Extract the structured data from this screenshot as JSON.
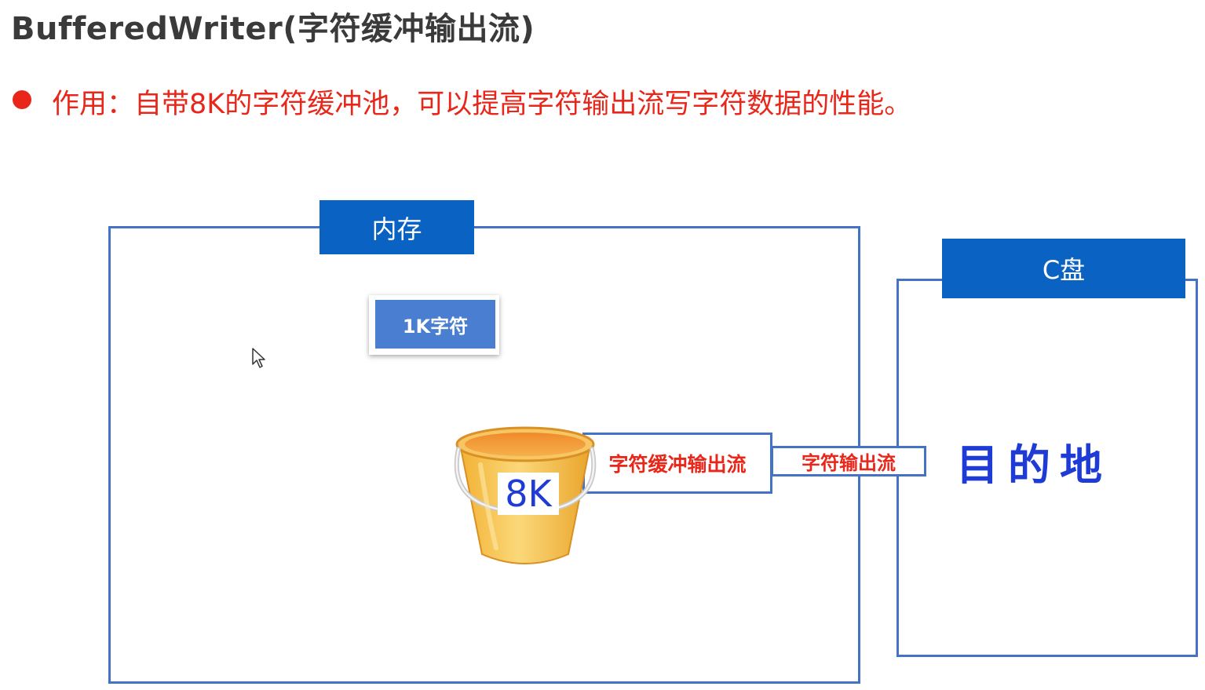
{
  "slide": {
    "title": "BufferedWriter(字符缓冲输出流)",
    "description": "作用：自带8K的字符缓冲池，可以提高字符输出流写字符数据的性能。"
  },
  "diagram": {
    "memory_label": "内存",
    "disk_label": "C盘",
    "chunk_label": "1K字符",
    "bucket_label": "8K",
    "buffer_stream_label": "字符缓冲输出流",
    "char_stream_label": "字符输出流",
    "destination_label": "目的地"
  },
  "colors": {
    "accent_blue": "#0a62c2",
    "frame_blue": "#4472c4",
    "red_text": "#e8261a",
    "bucket_yellow": "#f7c150",
    "handwriting_blue": "#1f3bd6"
  },
  "icons": {
    "cursor": "mouse-pointer-icon",
    "bucket": "bucket-icon"
  }
}
